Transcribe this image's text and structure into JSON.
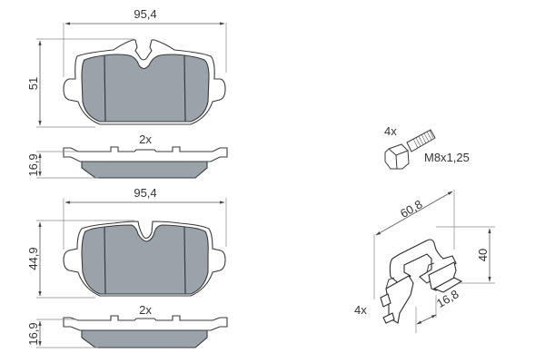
{
  "diagram": {
    "subject": "Brake pad set with accessory kit",
    "colors": {
      "pad_fill": "#9aa3aa",
      "line": "#3a3a3a",
      "background": "#ffffff"
    },
    "pad_top": {
      "width_label": "95,4",
      "height_label": "51",
      "side_quantity": "2x",
      "thickness_label": "16,9"
    },
    "pad_bottom": {
      "width_label": "95,4",
      "height_label": "44,9",
      "side_quantity": "2x",
      "thickness_label": "16,9"
    },
    "bolt": {
      "quantity": "4x",
      "thread_label": "M8x1,25"
    },
    "clip": {
      "quantity": "4x",
      "length_label": "60,8",
      "height_label": "40",
      "width_label": "16,8"
    }
  }
}
